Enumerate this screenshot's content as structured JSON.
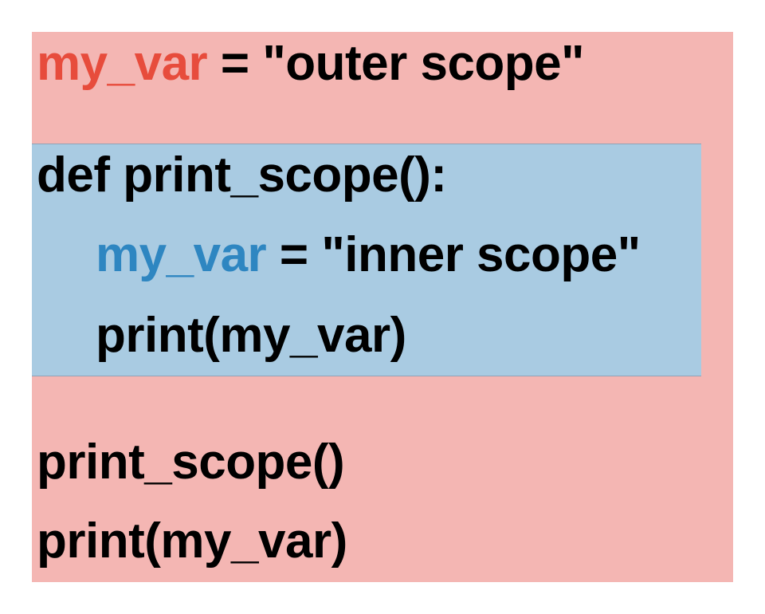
{
  "colors": {
    "outer_background": "#f4b6b3",
    "inner_background": "#a9cbe2",
    "outer_variable": "#e74c3c",
    "inner_variable": "#2e86c1",
    "text": "#000000"
  },
  "code": {
    "outer_assignment": {
      "variable": "my_var",
      "rest": " = \"outer scope\""
    },
    "function_def": "def print_scope():",
    "inner_assignment": {
      "variable": "my_var",
      "rest": " = \"inner scope\""
    },
    "inner_print": "print(my_var)",
    "call": "print_scope()",
    "outer_print": "print(my_var)"
  }
}
